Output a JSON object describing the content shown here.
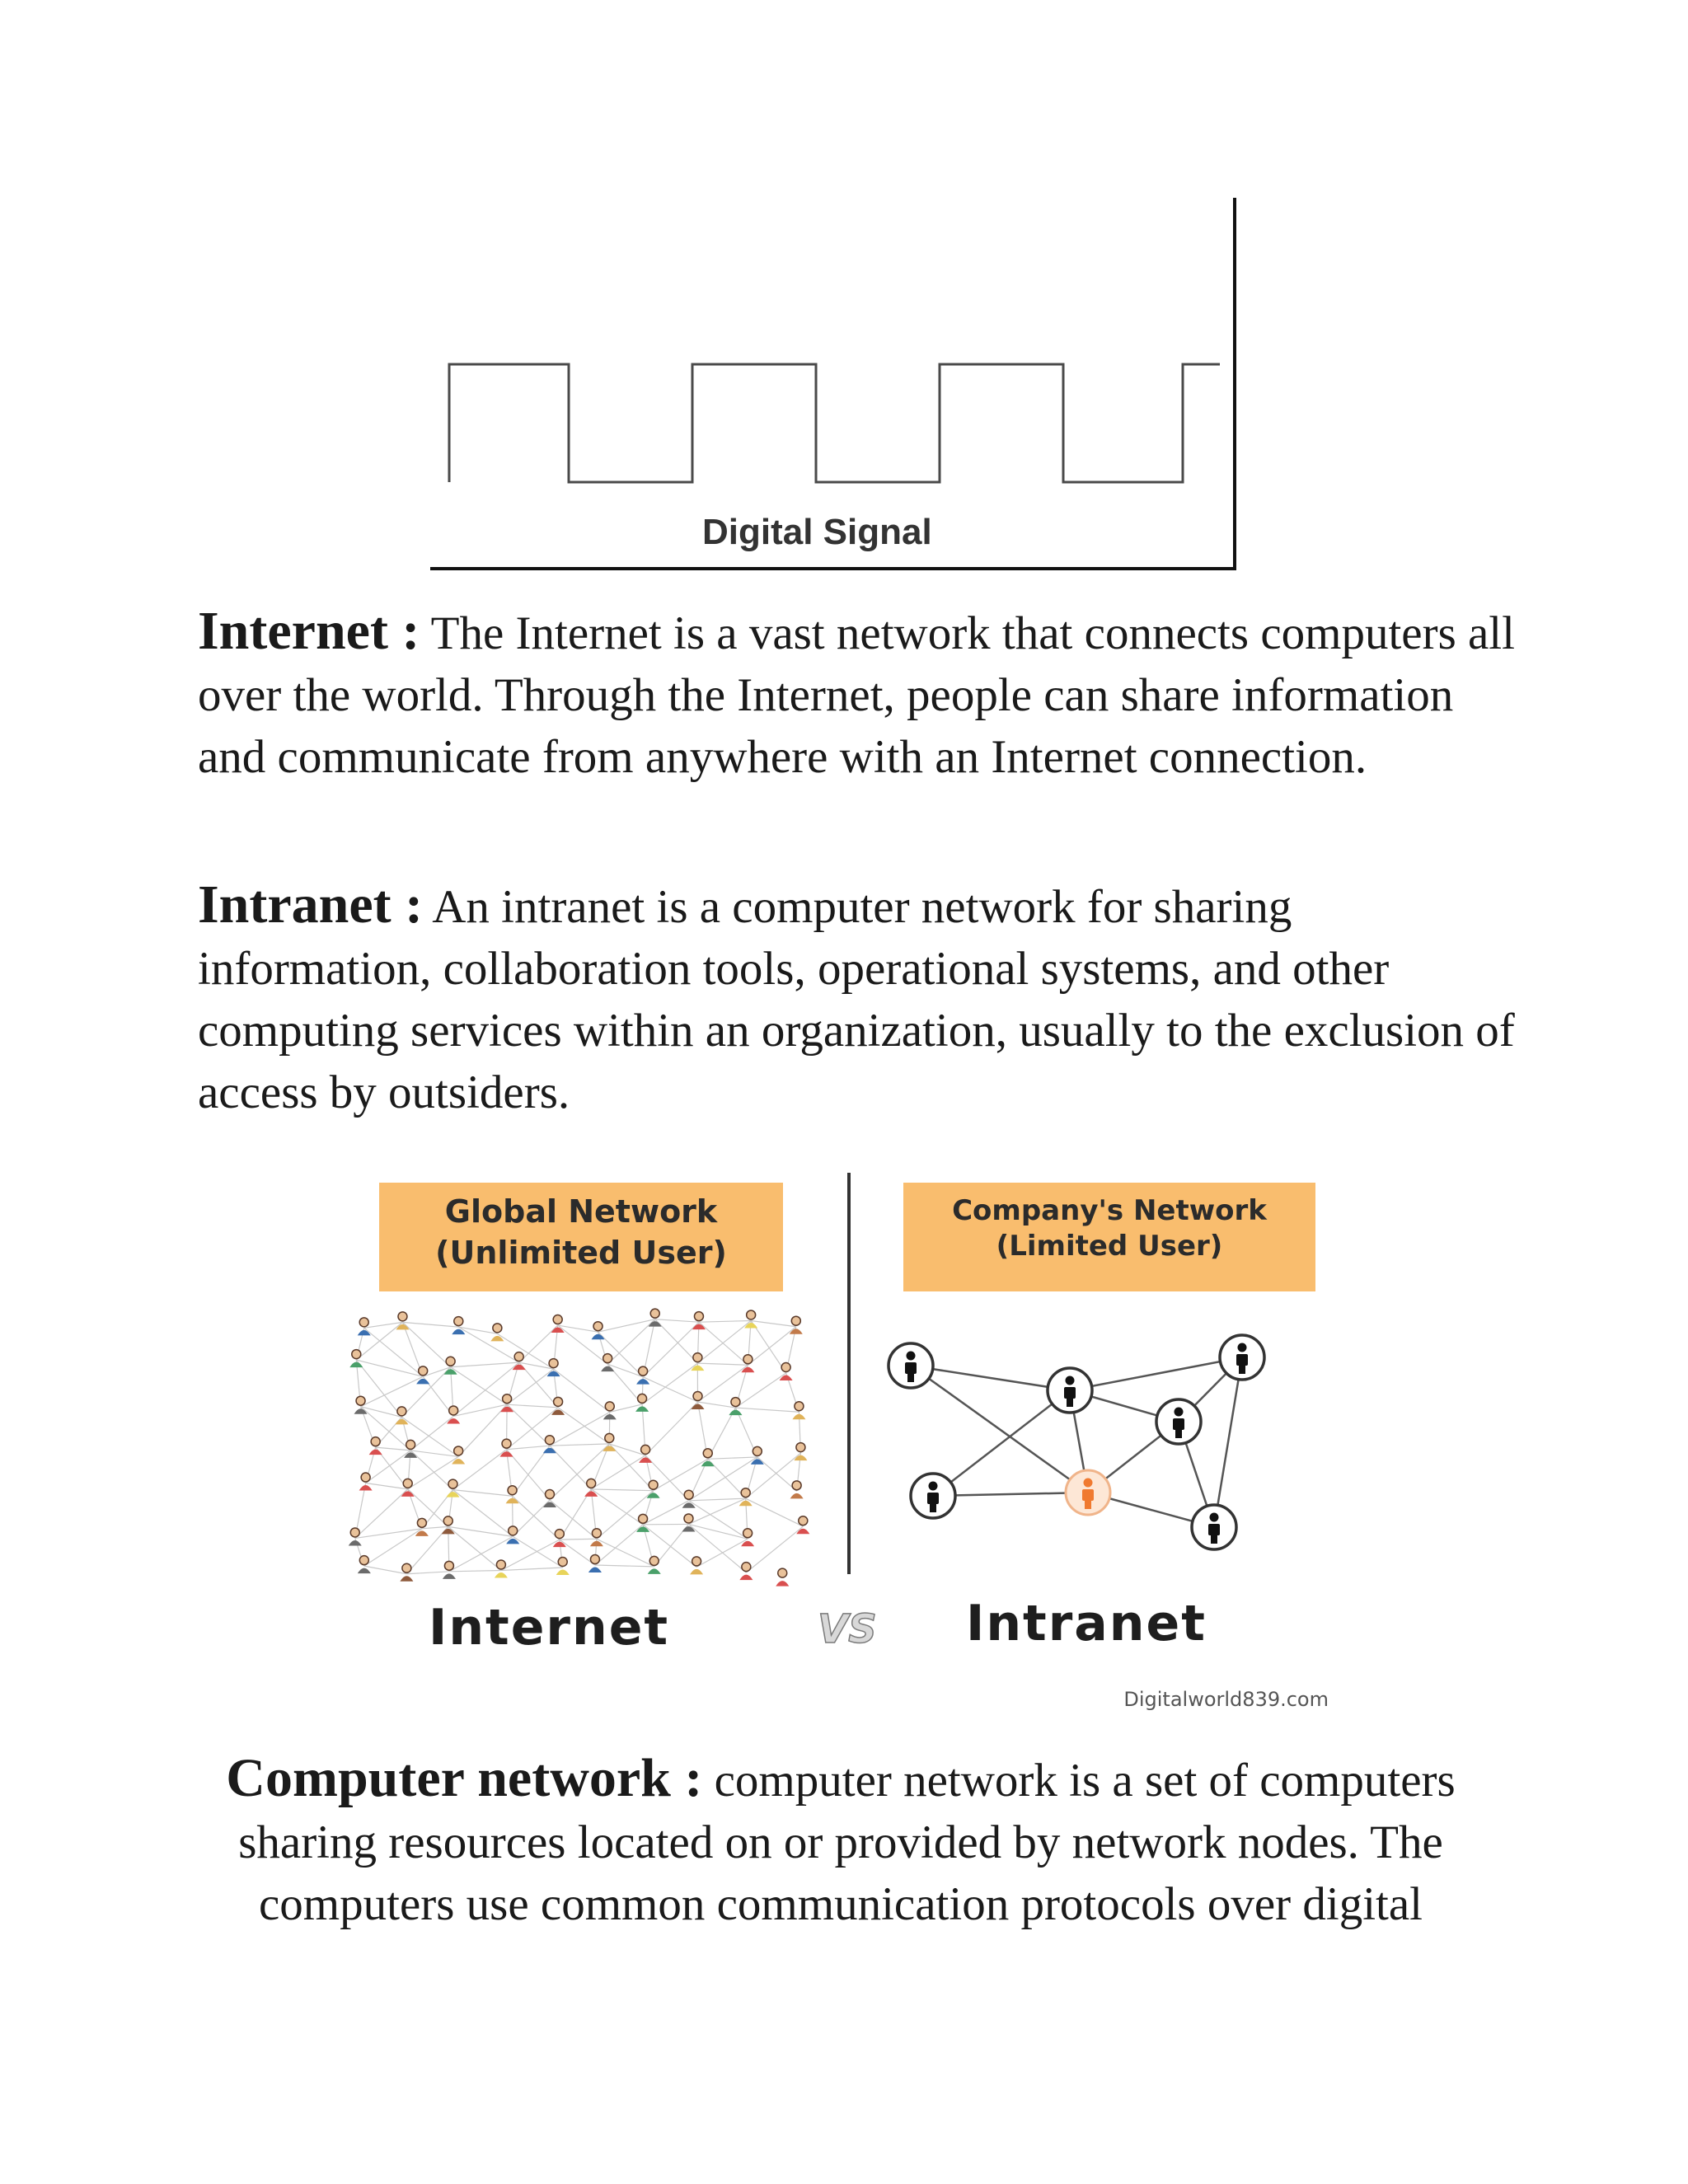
{
  "signal_figure": {
    "caption": "Digital Signal"
  },
  "paragraphs": {
    "internet": {
      "term": "Internet :",
      "text": "The Internet is a vast network that connects computers all over the world. Through the Internet, people can share information and communicate from anywhere with an Internet connection."
    },
    "intranet": {
      "term": "Intranet :",
      "text": "An intranet is a computer network for sharing information, collaboration tools, operational systems, and other computing services within an organization, usually to the exclusion of access by outsiders."
    },
    "network": {
      "term": "Computer network :",
      "text": "computer network is a set of computers sharing resources located on or provided by network nodes. The computers use common communication protocols over digital"
    }
  },
  "comparison_figure": {
    "left_box": {
      "line1": "Global Network",
      "line2": "(Unlimited User)"
    },
    "right_box": {
      "line1": "Company's Network",
      "line2": "(Limited User)"
    },
    "left_label": "Internet",
    "vs_label": "VS",
    "right_label": "Intranet",
    "credit": "Digitalworld839.com",
    "colors": {
      "box_fill": "#f9bd6e",
      "highlight_node": "#f07a30",
      "node": "#111111"
    }
  }
}
